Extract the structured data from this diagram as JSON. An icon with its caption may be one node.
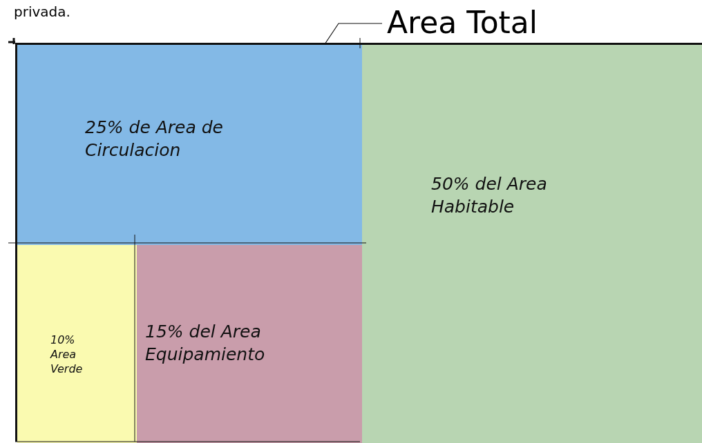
{
  "diagram": {
    "nodes": [
      {
        "text": [
          "Area Total"
        ]
      },
      {
        "text": [],
        "shape": "box"
      },
      {
        "text": [
          "25% de Area de Circulacion"
        ],
        "in": 1
      },
      {
        "text": [
          "50% del Area Habitable"
        ],
        "in": 1
      },
      {
        "text": [
          "10% Area Verde"
        ],
        "in": 1
      },
      {
        "text": [
          "15% del Area Equipamiento"
        ],
        "in": 1
      }
    ],
    "edges": [
      {
        "from": 0,
        "to": 1,
        "arrow": "none"
      }
    ],
    "labels": [
      "privada."
    ]
  }
}
